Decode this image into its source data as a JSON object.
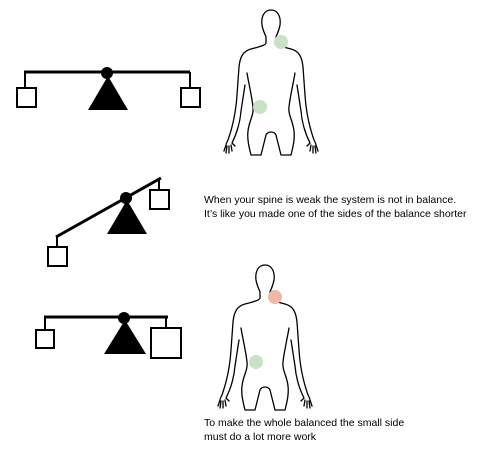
{
  "captions": {
    "weak_spine": {
      "line1": "When your spine is weak the system is not in balance.",
      "line2": "It’s like you made one of the sides of the balance shorter"
    },
    "extra_work": {
      "line1": "To make the whole balanced the small side",
      "line2": "must do a lot more work"
    }
  },
  "colors": {
    "ink": "#000000",
    "healthy_spot": "#c8e2c4",
    "strained_spot": "#eeb9a4"
  },
  "icons": {
    "balance": "seesaw-with-weights",
    "body": "human-torso-outline"
  }
}
